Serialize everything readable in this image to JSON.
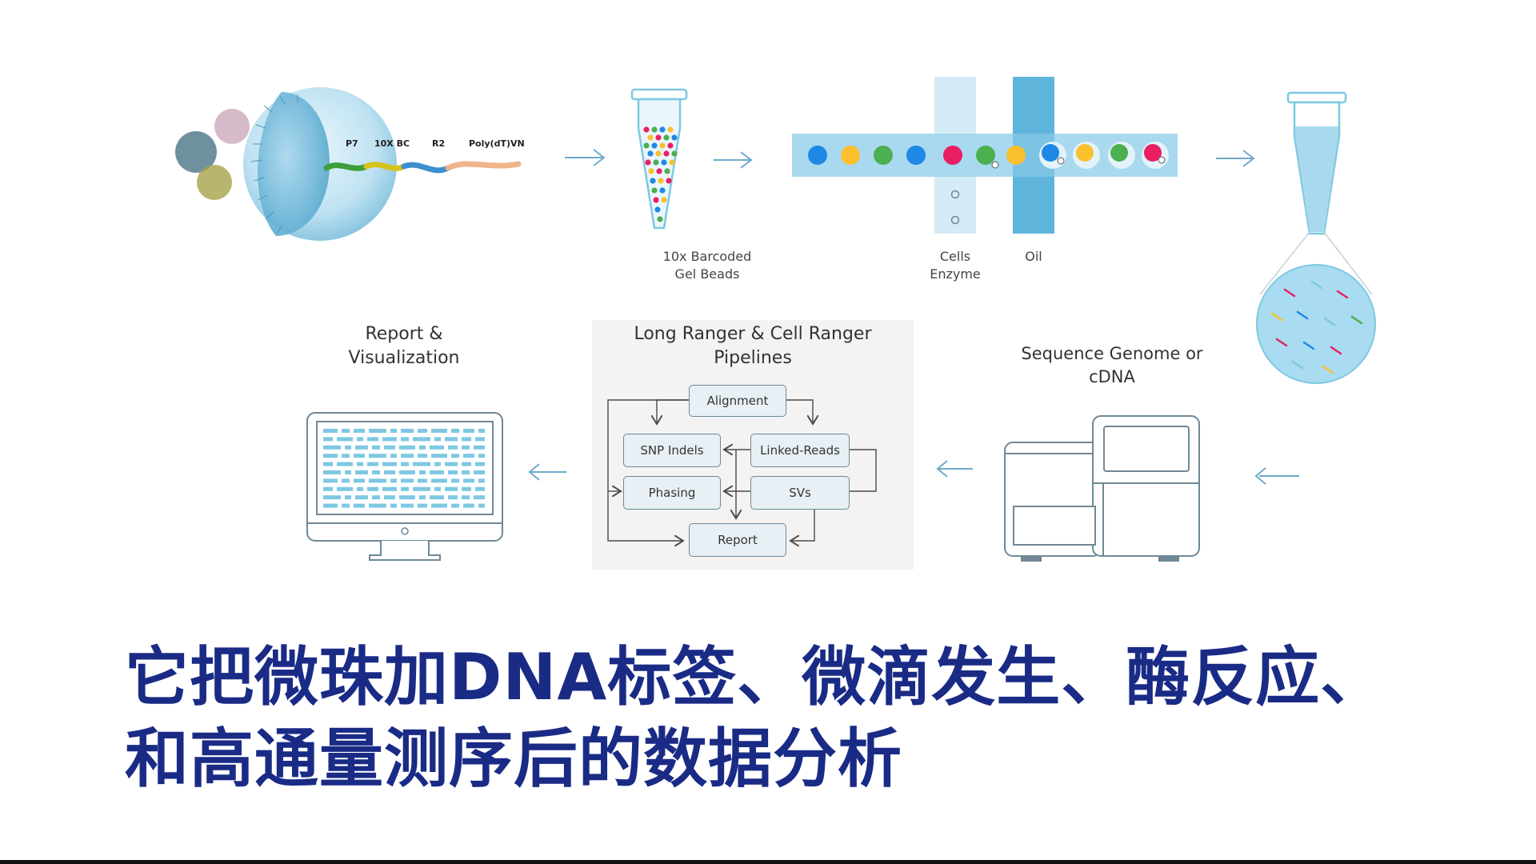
{
  "bead": {
    "molecule_labels": [
      "P7",
      "10X BC",
      "R2",
      "Poly(dT)VN"
    ]
  },
  "gel_beads_label": [
    "10x Barcoded",
    "Gel Beads"
  ],
  "microfluidic": {
    "cells_label": [
      "Cells",
      "Enzyme"
    ],
    "oil_label": "Oil"
  },
  "sequencer_label": [
    "Sequence Genome or",
    "cDNA"
  ],
  "pipelines": {
    "title": [
      "Long Ranger & Cell Ranger",
      "Pipelines"
    ],
    "boxes": {
      "alignment": "Alignment",
      "snp": "SNP Indels",
      "linked": "Linked-Reads",
      "phasing": "Phasing",
      "svs": "SVs",
      "report": "Report"
    }
  },
  "report_label": [
    "Report &",
    "Visualization"
  ],
  "caption": [
    "它把微珠加DNA标签、微滴发生、酶反应、",
    "和高通量测序后的数据分析"
  ],
  "colors": {
    "accent": "#7ec8e3",
    "caption": "#1a2b86",
    "blue_bead": "#1e88e5",
    "yellow_bead": "#fbc02d",
    "green_bead": "#4caf50",
    "red_bead": "#e91e63"
  }
}
